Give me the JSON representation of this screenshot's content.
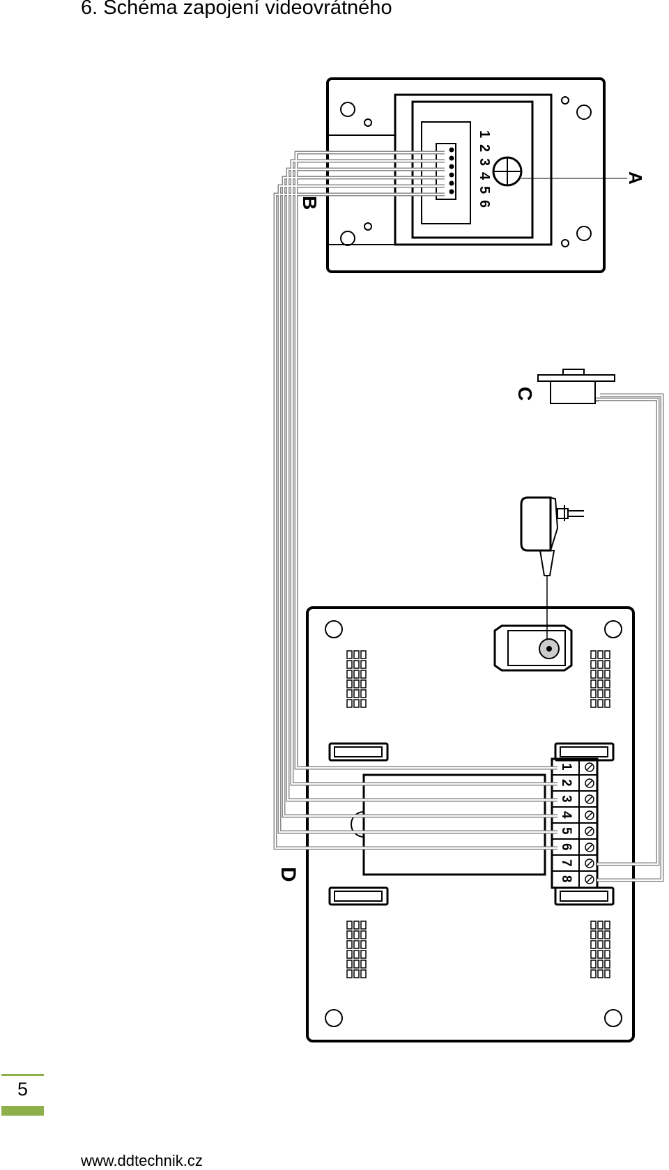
{
  "header": {
    "title": "6. Schéma zapojení videovrátného"
  },
  "diagram": {
    "labels": {
      "a": "A",
      "b": "B",
      "c": "C",
      "d": "D"
    },
    "camera_terminals": [
      "1",
      "2",
      "3",
      "4",
      "5",
      "6"
    ],
    "monitor_terminals": [
      "1",
      "2",
      "3",
      "4",
      "5",
      "6",
      "7",
      "8"
    ]
  },
  "footer": {
    "page_number": "5",
    "website": "www.ddtechnik.cz"
  }
}
